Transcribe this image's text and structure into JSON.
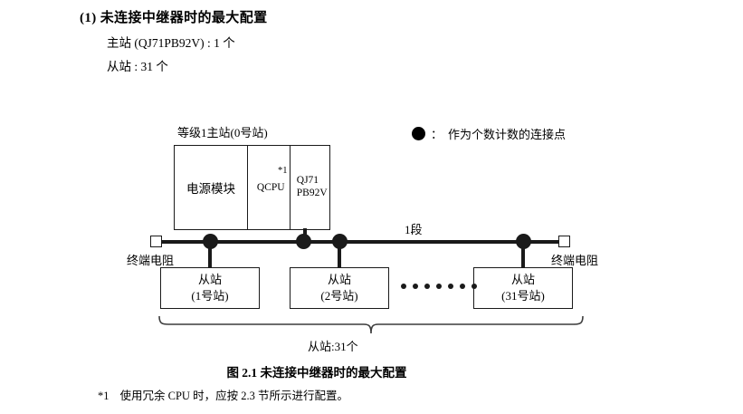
{
  "section": {
    "number": "(1)",
    "title": "未连接中继器时的最大配置",
    "spec_master": "主站 (QJ71PB92V) : 1 个",
    "spec_slave": "从站 : 31 个"
  },
  "legend": {
    "symbol": "filled-circle",
    "colon": "：",
    "text": "作为个数计数的连接点"
  },
  "diagram": {
    "master_label": "等级1主站(0号站)",
    "master_cells": {
      "power": "电源模块",
      "cpu": "QCPU",
      "cpu_footnote_mark": "*1",
      "network_line1": "QJ71",
      "network_line2": "PB92V"
    },
    "segment_label": "1段",
    "terminator_left": "终端电阻",
    "terminator_right": "终端电阻",
    "slaves": [
      {
        "name": "从站",
        "station": "(1号站)"
      },
      {
        "name": "从站",
        "station": "(2号站)"
      },
      {
        "name": "从站",
        "station": "(31号站)"
      }
    ],
    "ellipsis_count": 7,
    "brace_label": "从站:31个"
  },
  "caption": "图 2.1  未连接中继器时的最大配置",
  "footnote": {
    "mark": "*1",
    "text": "使用冗余 CPU 时，应按 2.3 节所示进行配置。"
  },
  "colors": {
    "ink": "#1a1a1a",
    "background": "#ffffff"
  }
}
